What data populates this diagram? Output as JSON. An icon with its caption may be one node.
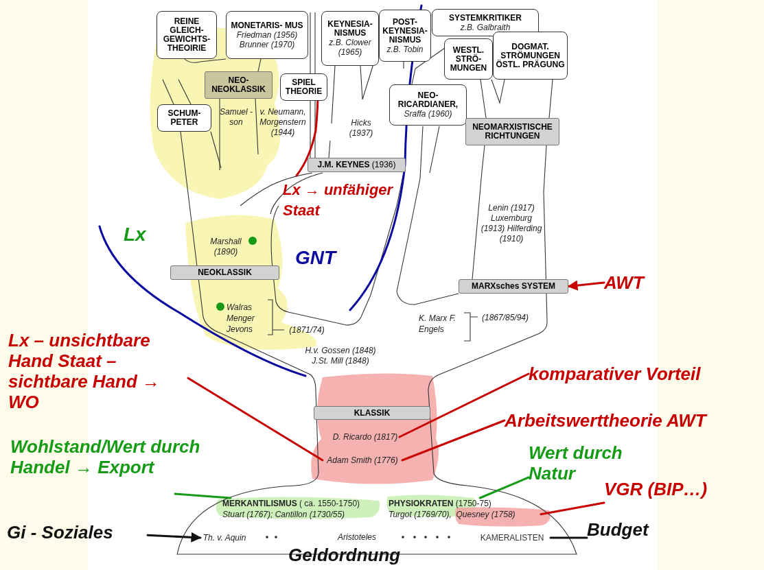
{
  "diagram": {
    "nodes": [
      {
        "text": [
          "REINE GLEICH- GEWICHTS- THEOIRIE"
        ]
      },
      {
        "text": [
          "MONETARIS- MUS",
          "Friedman (1956) Brunner (1970)"
        ]
      },
      {
        "text": [
          "KEYNESIA- NISMUS",
          "z.B. Clower (1965)"
        ]
      },
      {
        "text": [
          "POST- KEYNESIA- NISMUS",
          "z.B. Tobin"
        ]
      },
      {
        "text": [
          "SYSTEMKRITIKER",
          "z.B. Galbraith"
        ]
      },
      {
        "text": [
          "WESTL. STRÖ- MUNGEN"
        ]
      },
      {
        "text": [
          "DOGMAT. STRÖMUNGEN ÖSTL. PRÄGUNG"
        ]
      },
      {
        "text": [
          "NEO- NEOKLASSIK"
        ]
      },
      {
        "text": [
          "SPIEL THEORIE"
        ]
      },
      {
        "text": [
          "SCHUM- PETER"
        ]
      },
      {
        "text": [
          "NEO- RICARDIANER,",
          "Sraffa (1960)"
        ]
      },
      {
        "text": [
          "NEOMARXISTISCHE RICHTUNGEN"
        ]
      },
      {
        "text": [
          "**J.M. KEYNES** (1936)"
        ]
      },
      {
        "text": [
          "NEOKLASSIK"
        ]
      },
      {
        "text": [
          "MARXsches SYSTEM"
        ]
      },
      {
        "text": [
          "KLASSIK"
        ]
      },
      {
        "text": [
          "D. Ricardo (1817)"
        ]
      },
      {
        "text": [
          "Adam Smith (1776)"
        ]
      },
      {
        "text": [
          "**MERKANTILISMUS** ( ca. 1550-1750)",
          "Stuart (1767); Cantillon (1730/55)"
        ]
      },
      {
        "text": [
          "**PHYSIOKRATEN** (1750-75)",
          "Turgot (1769/70),  Quesney (1758)"
        ]
      },
      {
        "text": [
          "Th. v. Aquin"
        ]
      },
      {
        "text": [
          "KAMERALISTEN"
        ]
      },
      {
        "text": [
          "Lx – unsichtbare Hand Staat – sichtbare Hand → WO"
        ]
      },
      {
        "text": [
          "komparativer Vorteil"
        ]
      },
      {
        "text": [
          "Arbeitswerttheorie AWT"
        ]
      },
      {
        "text": [
          "Wohlstand/Wert durch Handel → Export"
        ]
      },
      {
        "text": [
          "Wert durch Natur"
        ]
      },
      {
        "text": [
          "VGR (BIP…)"
        ]
      },
      {
        "text": [
          "Budget"
        ]
      },
      {
        "text": [
          "Gi - Soziales"
        ]
      },
      {
        "text": [
          "AWT"
        ]
      }
    ],
    "edges": [
      {
        "from": 22,
        "to": 17,
        "arrow": "none"
      },
      {
        "from": 23,
        "to": 16,
        "arrow": "none"
      },
      {
        "from": 24,
        "to": 17,
        "arrow": "none"
      },
      {
        "from": 25,
        "to": 18,
        "arrow": "none",
        "color": "#169b16"
      },
      {
        "from": 26,
        "to": 19,
        "arrow": "none",
        "color": "#169b16"
      },
      {
        "from": 27,
        "to": 19,
        "arrow": "none"
      },
      {
        "from": 28,
        "to": 21,
        "arrow": "none",
        "color": "#111111"
      },
      {
        "from": 29,
        "to": 20,
        "arrow": "to",
        "color": "#111111"
      },
      {
        "from": 30,
        "to": 14,
        "arrow": "to"
      }
    ],
    "labels": [
      "Samuel - son",
      "v. Neumann, Morgenstern (1944)",
      "Hicks (1937)",
      "Marshall (1890)",
      "Walras Menger Jevons",
      "(1871/74)",
      "Lenin (1917) Luxemburg (1913) Hilferding (1910)",
      "K. Marx F. Engels",
      "(1867/85/94)",
      "H.v. Gossen (1848) J.St. Mill (1848)",
      "Aristoteles",
      "Lx → unfähiger Staat",
      "Lx",
      "GNT",
      "Geldordnung"
    ]
  }
}
